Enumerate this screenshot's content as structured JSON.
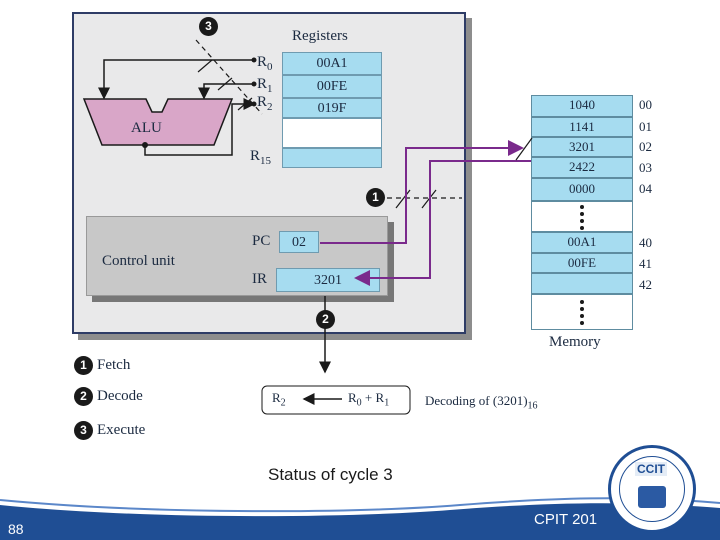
{
  "registers": {
    "title": "Registers",
    "values": [
      "00A1",
      "00FE",
      "019F"
    ],
    "names": [
      "R",
      "R",
      "R",
      "R"
    ],
    "subs": [
      "0",
      "1",
      "2",
      "15"
    ]
  },
  "alu": {
    "label": "ALU"
  },
  "control_unit": {
    "label": "Control unit",
    "pc_label": "PC",
    "pc_value": "02",
    "ir_label": "IR",
    "ir_value": "3201"
  },
  "memory": {
    "label": "Memory",
    "cells": [
      "1040",
      "1141",
      "3201",
      "2422",
      "0000",
      "00A1",
      "00FE"
    ],
    "addresses": [
      "00",
      "01",
      "02",
      "03",
      "04",
      "40",
      "41",
      "42"
    ]
  },
  "steps": {
    "numbers": [
      "1",
      "2",
      "3"
    ],
    "legend": [
      "Fetch",
      "Decode",
      "Execute"
    ]
  },
  "decode": {
    "dest": "R",
    "dest_sub": "2",
    "src_a": "R",
    "src_a_sub": "0",
    "plus": " + ",
    "src_b": "R",
    "src_b_sub": "1",
    "caption": "Decoding of (3201)",
    "caption_sub": "16"
  },
  "footer": {
    "caption": "Status of cycle 3",
    "page_number": "88",
    "course": "CPIT 201",
    "logo_text": "CCIT"
  },
  "colors": {
    "fetch_arrow": "#7a2a8c",
    "register_fill": "#a6dcf0",
    "alu_fill": "#d9a6c8",
    "frame": "#2e3c66"
  }
}
